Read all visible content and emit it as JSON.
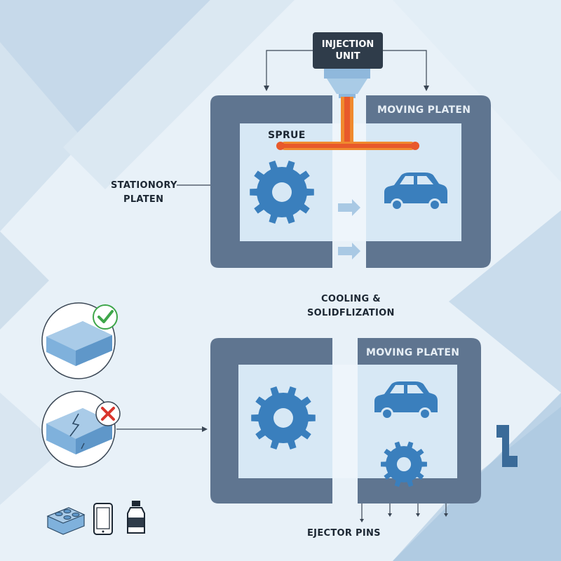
{
  "injection_unit": {
    "line1": "INJECTION",
    "line2": "UNIT"
  },
  "top_diagram": {
    "moving_platen": "MOVING PLATEN",
    "sprue": "SPRUE",
    "stationary_line1": "STATIONORY",
    "stationary_line2": "PLATEN"
  },
  "cooling": {
    "line1": "COOLING &",
    "line2": "SOLIDFLIZATION"
  },
  "bottom_diagram": {
    "moving_platen": "MOVING PLATEN",
    "ejector_pins": "EJECTOR PINS",
    "side_glyph": "1"
  },
  "colors": {
    "platen": "#5f7590",
    "cavity": "#d7e8f5",
    "icon_blue": "#3a7fbd",
    "molten": "#e8592b",
    "ok": "#3ea64a",
    "bad": "#d9352c"
  },
  "quality_icons": [
    "check-icon",
    "cross-icon"
  ],
  "product_icons": [
    "lego-brick-icon",
    "smartphone-icon",
    "bottle-icon"
  ]
}
